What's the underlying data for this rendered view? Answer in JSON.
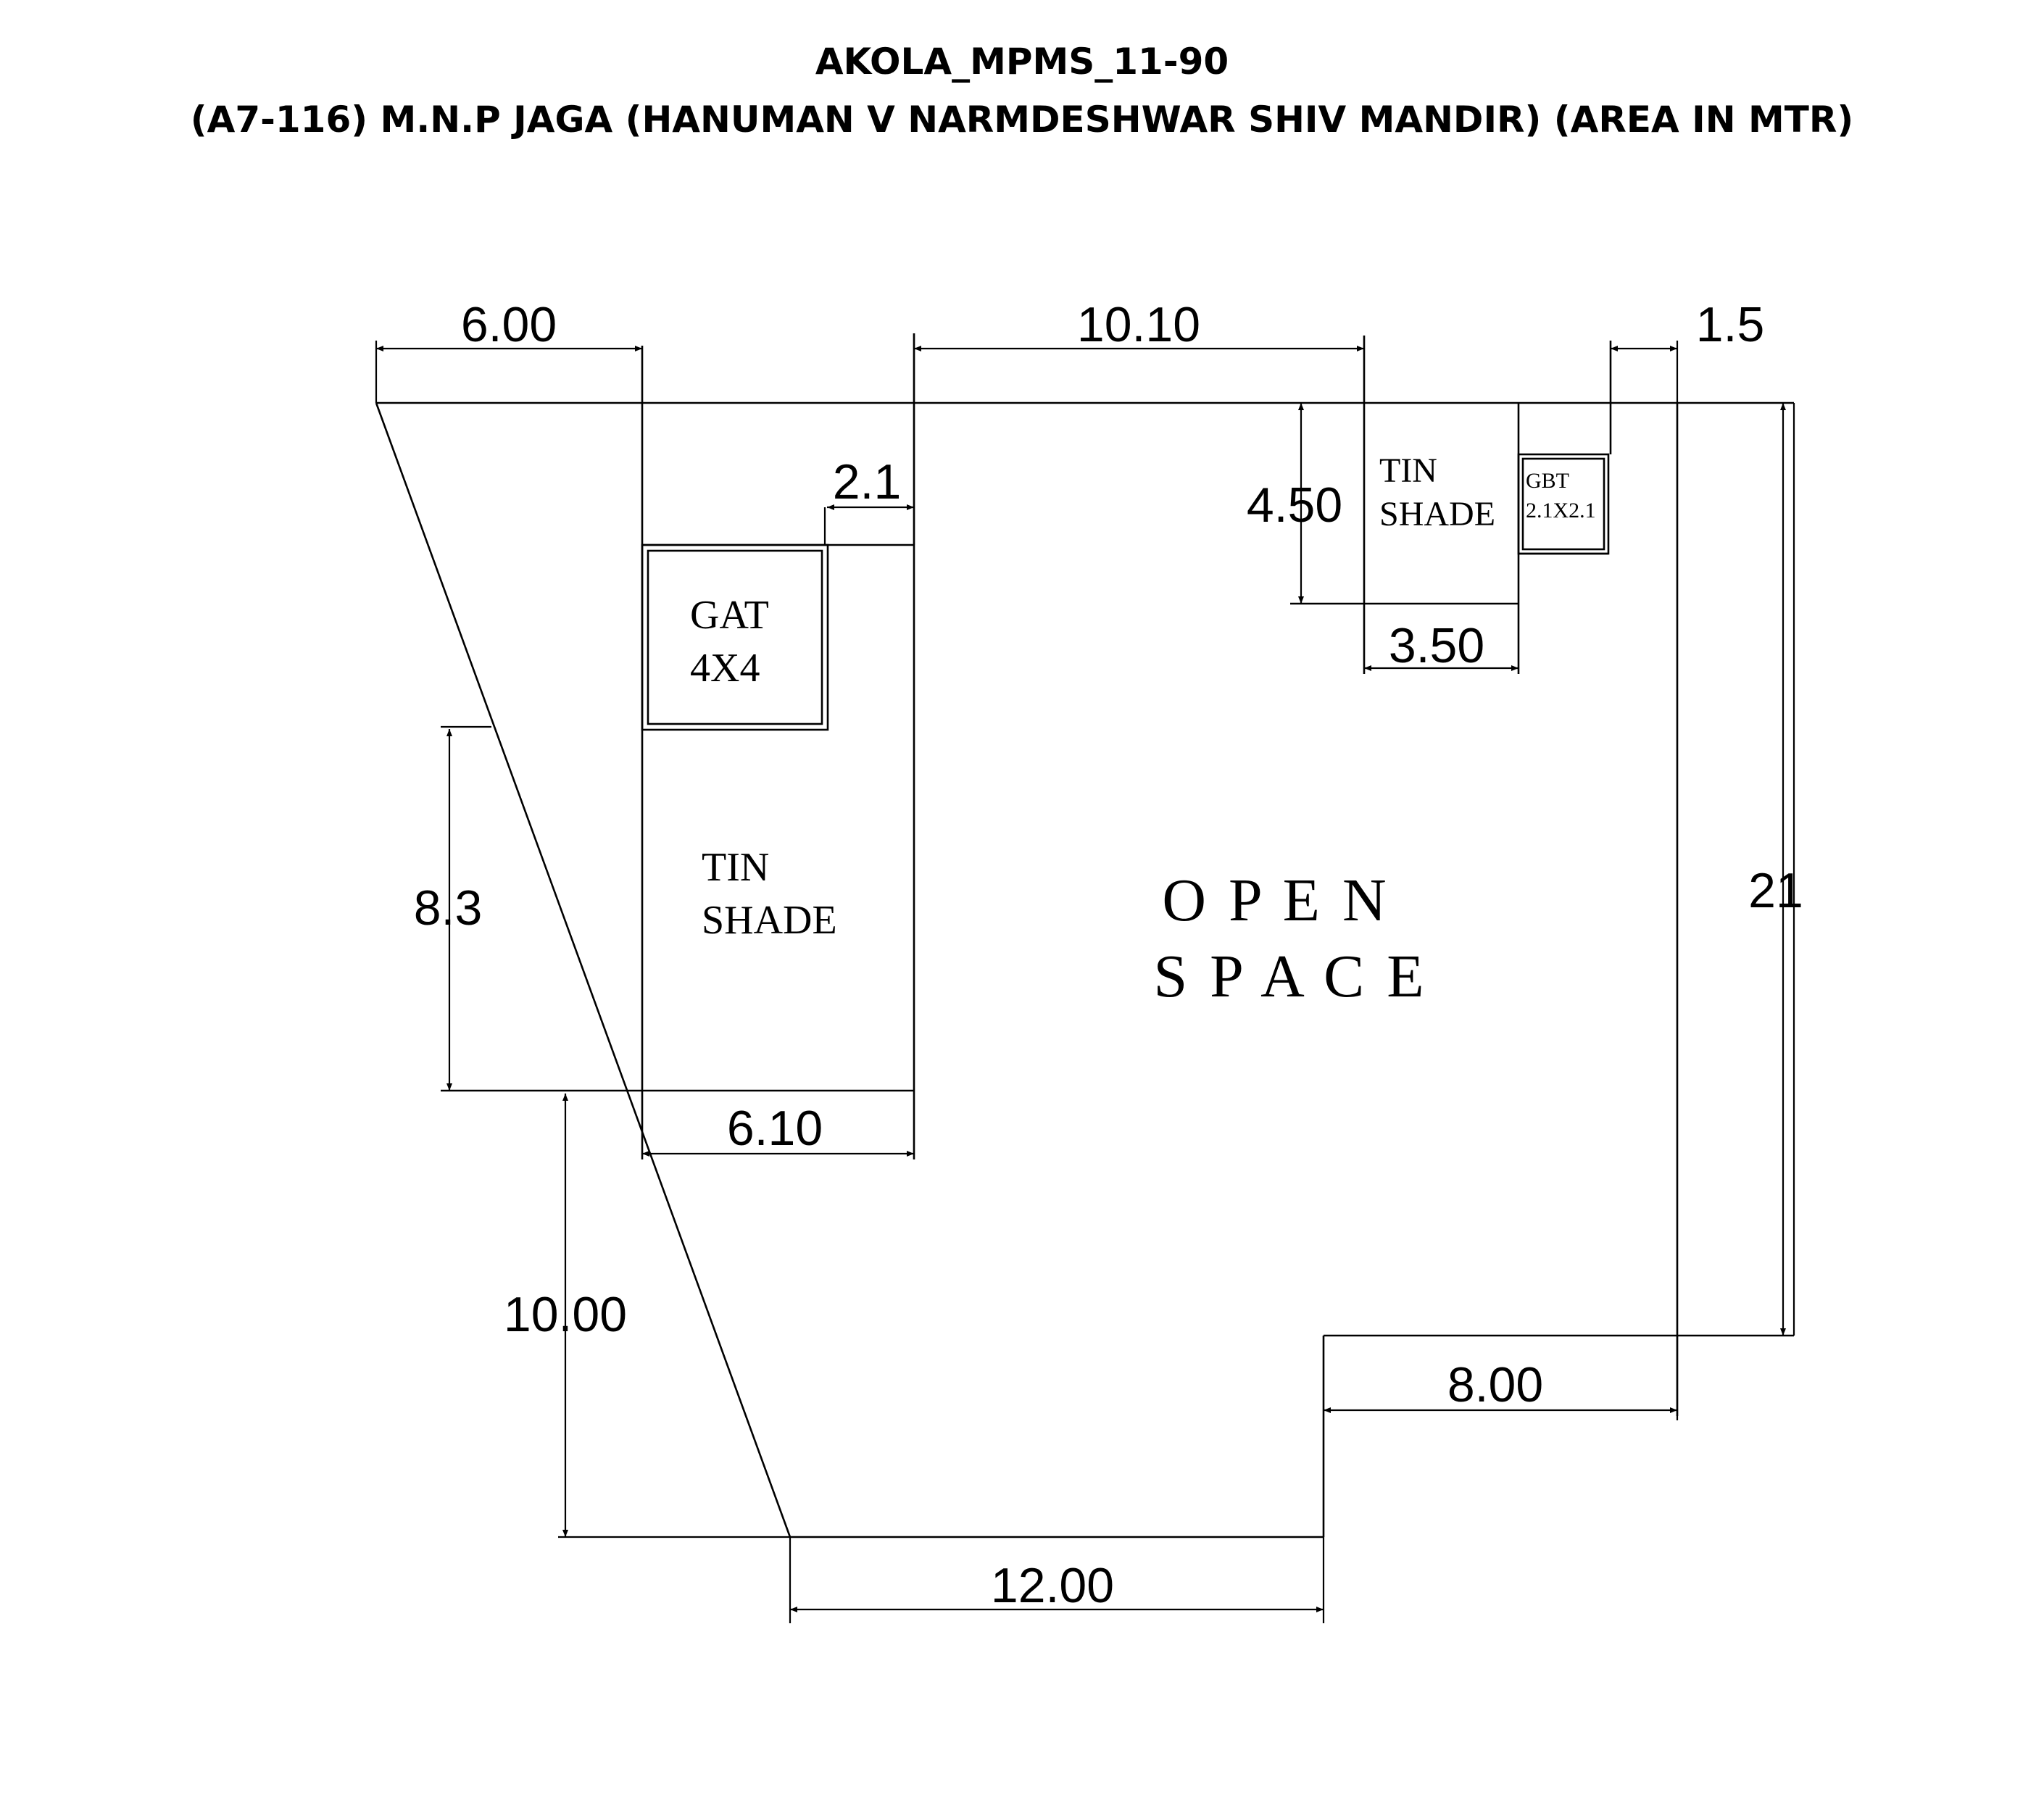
{
  "title": {
    "line1": "AKOLA_MPMS_11-90",
    "line2": "(A7-116) M.N.P JAGA (HANUMAN V  NARMDESHWAR SHIV MANDIR) (AREA IN MTR)"
  },
  "dimensions": {
    "top_left": "6.00",
    "top_middle": "10.10",
    "top_right": "1.5",
    "gat_offset": "2.1",
    "tin_shade_right_height": "4.50",
    "tin_shade_right_width": "3.50",
    "left_height": "8.3",
    "tin_shade_left_width": "6.10",
    "left_lower_height": "10.00",
    "right_height": "21",
    "step_width": "8.00",
    "bottom_width": "12.00"
  },
  "rooms": {
    "gat": {
      "line1": "GAT",
      "line2": "4X4"
    },
    "tin_shade_left": {
      "line1": "TIN",
      "line2": "SHADE"
    },
    "tin_shade_right": {
      "line1": "TIN",
      "line2": "SHADE"
    },
    "gbt": {
      "line1": "GBT",
      "line2": "2.1X2.1"
    },
    "open_space": {
      "line1": "O P E N",
      "line2": "S P A C E"
    }
  }
}
